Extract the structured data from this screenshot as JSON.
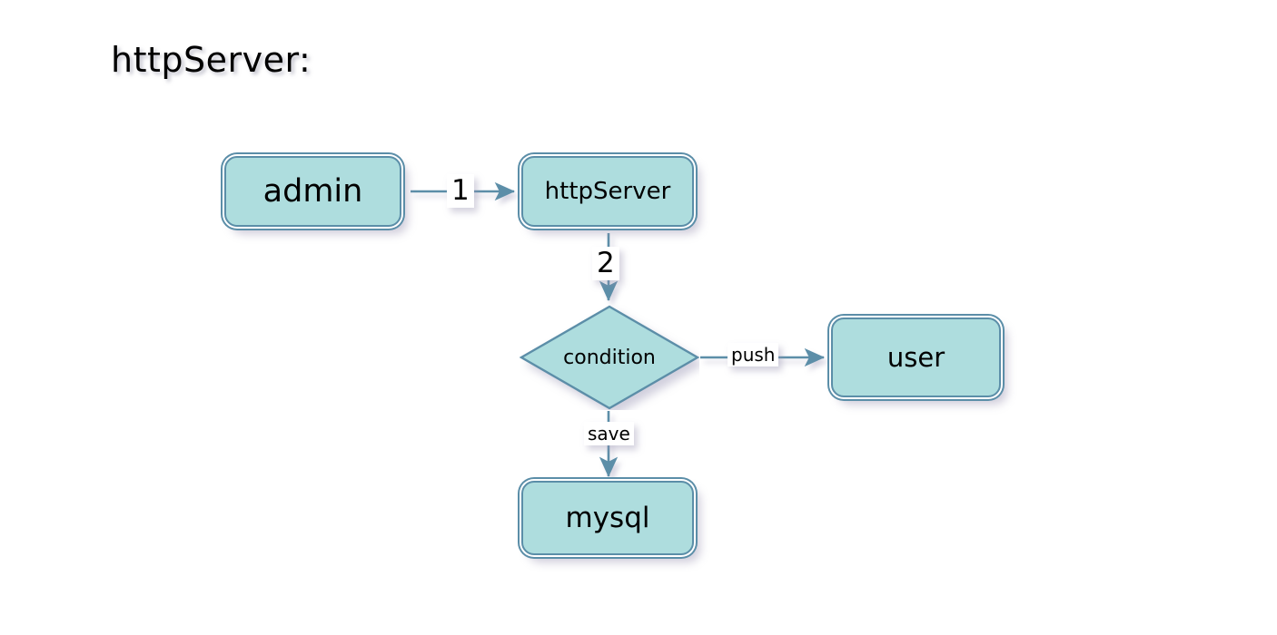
{
  "title": "httpServer:",
  "theme": {
    "background": "#ffffff",
    "node_fill": "#aeddde",
    "node_stroke": "#5b8ea8",
    "edge_stroke": "#5b8ea8",
    "text": "#000000",
    "label_background": "#ffffff"
  },
  "diagram": {
    "type": "flowchart",
    "nodes": [
      {
        "id": "admin",
        "label": "admin",
        "shape": "rounded-rectangle"
      },
      {
        "id": "httpServer",
        "label": "httpServer",
        "shape": "rounded-rectangle"
      },
      {
        "id": "condition",
        "label": "condition",
        "shape": "diamond"
      },
      {
        "id": "user",
        "label": "user",
        "shape": "rounded-rectangle"
      },
      {
        "id": "mysql",
        "label": "mysql",
        "shape": "rounded-rectangle"
      }
    ],
    "edges": [
      {
        "from": "admin",
        "to": "httpServer",
        "label": "1",
        "direction": "right"
      },
      {
        "from": "httpServer",
        "to": "condition",
        "label": "2",
        "direction": "down"
      },
      {
        "from": "condition",
        "to": "user",
        "label": "push",
        "direction": "right"
      },
      {
        "from": "condition",
        "to": "mysql",
        "label": "save",
        "direction": "down"
      }
    ]
  }
}
